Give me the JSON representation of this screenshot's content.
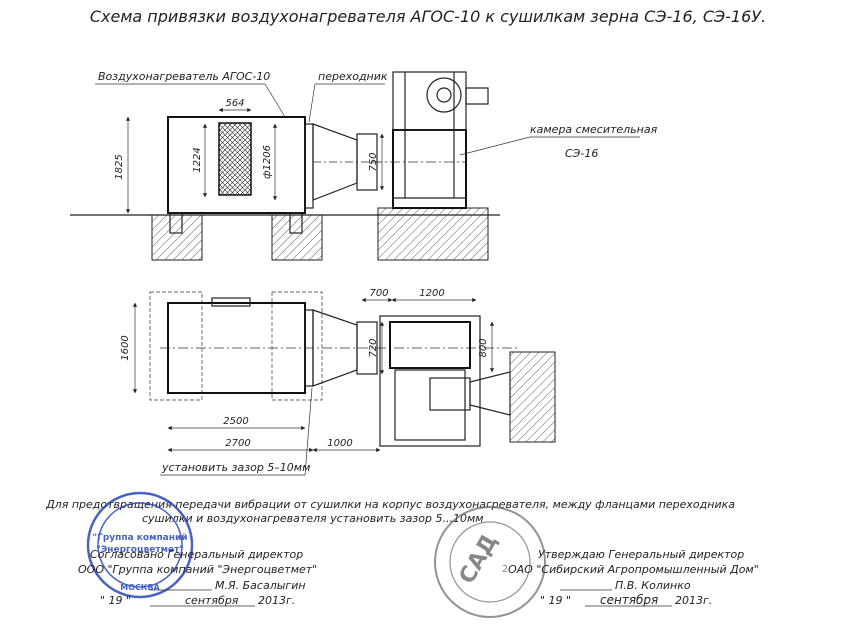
{
  "title": "Схема привязки воздухонагревателя АГОС-10 к сушилкам зерна СЭ-16, СЭ-16У.",
  "labels": {
    "heater": "Воздухонагреватель АГОС-10",
    "adapter": "переходник",
    "chamber_line1": "камера смесительная",
    "chamber_line2": "СЭ-16",
    "gap_note": "установить зазор 5–10мм"
  },
  "dimensions": {
    "d564": "564",
    "d1825": "1825",
    "d1224": "1224",
    "d1206": "ф1206",
    "d750": "750",
    "d1600": "1600",
    "d700": "700",
    "d1200": "1200",
    "d720": "720",
    "d800": "800",
    "d2500": "2500",
    "d2700": "2700",
    "d1000": "1000"
  },
  "note": {
    "line1": "Для предотвращения передачи вибрации от сушилки на корпус воздухонагревателя, между фланцами переходника",
    "line2": "сушилки и воздухонагревателя установить зазор 5...10мм"
  },
  "approval_left": {
    "line1": "Согласовано  Генеральный директор",
    "line2": "ООО \"Группа компаний \"Энергоцветмет\"",
    "signer": "М.Я. Басалыгин",
    "date_day": "\"  19  \"",
    "date_month": "сентября",
    "date_year": "2013г."
  },
  "approval_right": {
    "line1": "Утверждаю  Генеральный директор",
    "line2": "ОАО \"Сибирский Агропромышленный Дом\"",
    "signer": "П.В. Колинко",
    "date_day": "\" 19 \"",
    "date_month": "сентября",
    "date_year": "2013г."
  },
  "stamp_left": {
    "line1": "\"Группа компаний",
    "line2": "\"Энергоцветмет\"",
    "city": "МОСКВА"
  },
  "stamp_right": {
    "logo": "САД",
    "number": "2"
  },
  "colors": {
    "ink": "#222222",
    "stamp": "#2a47b8",
    "paper": "#ffffff"
  }
}
